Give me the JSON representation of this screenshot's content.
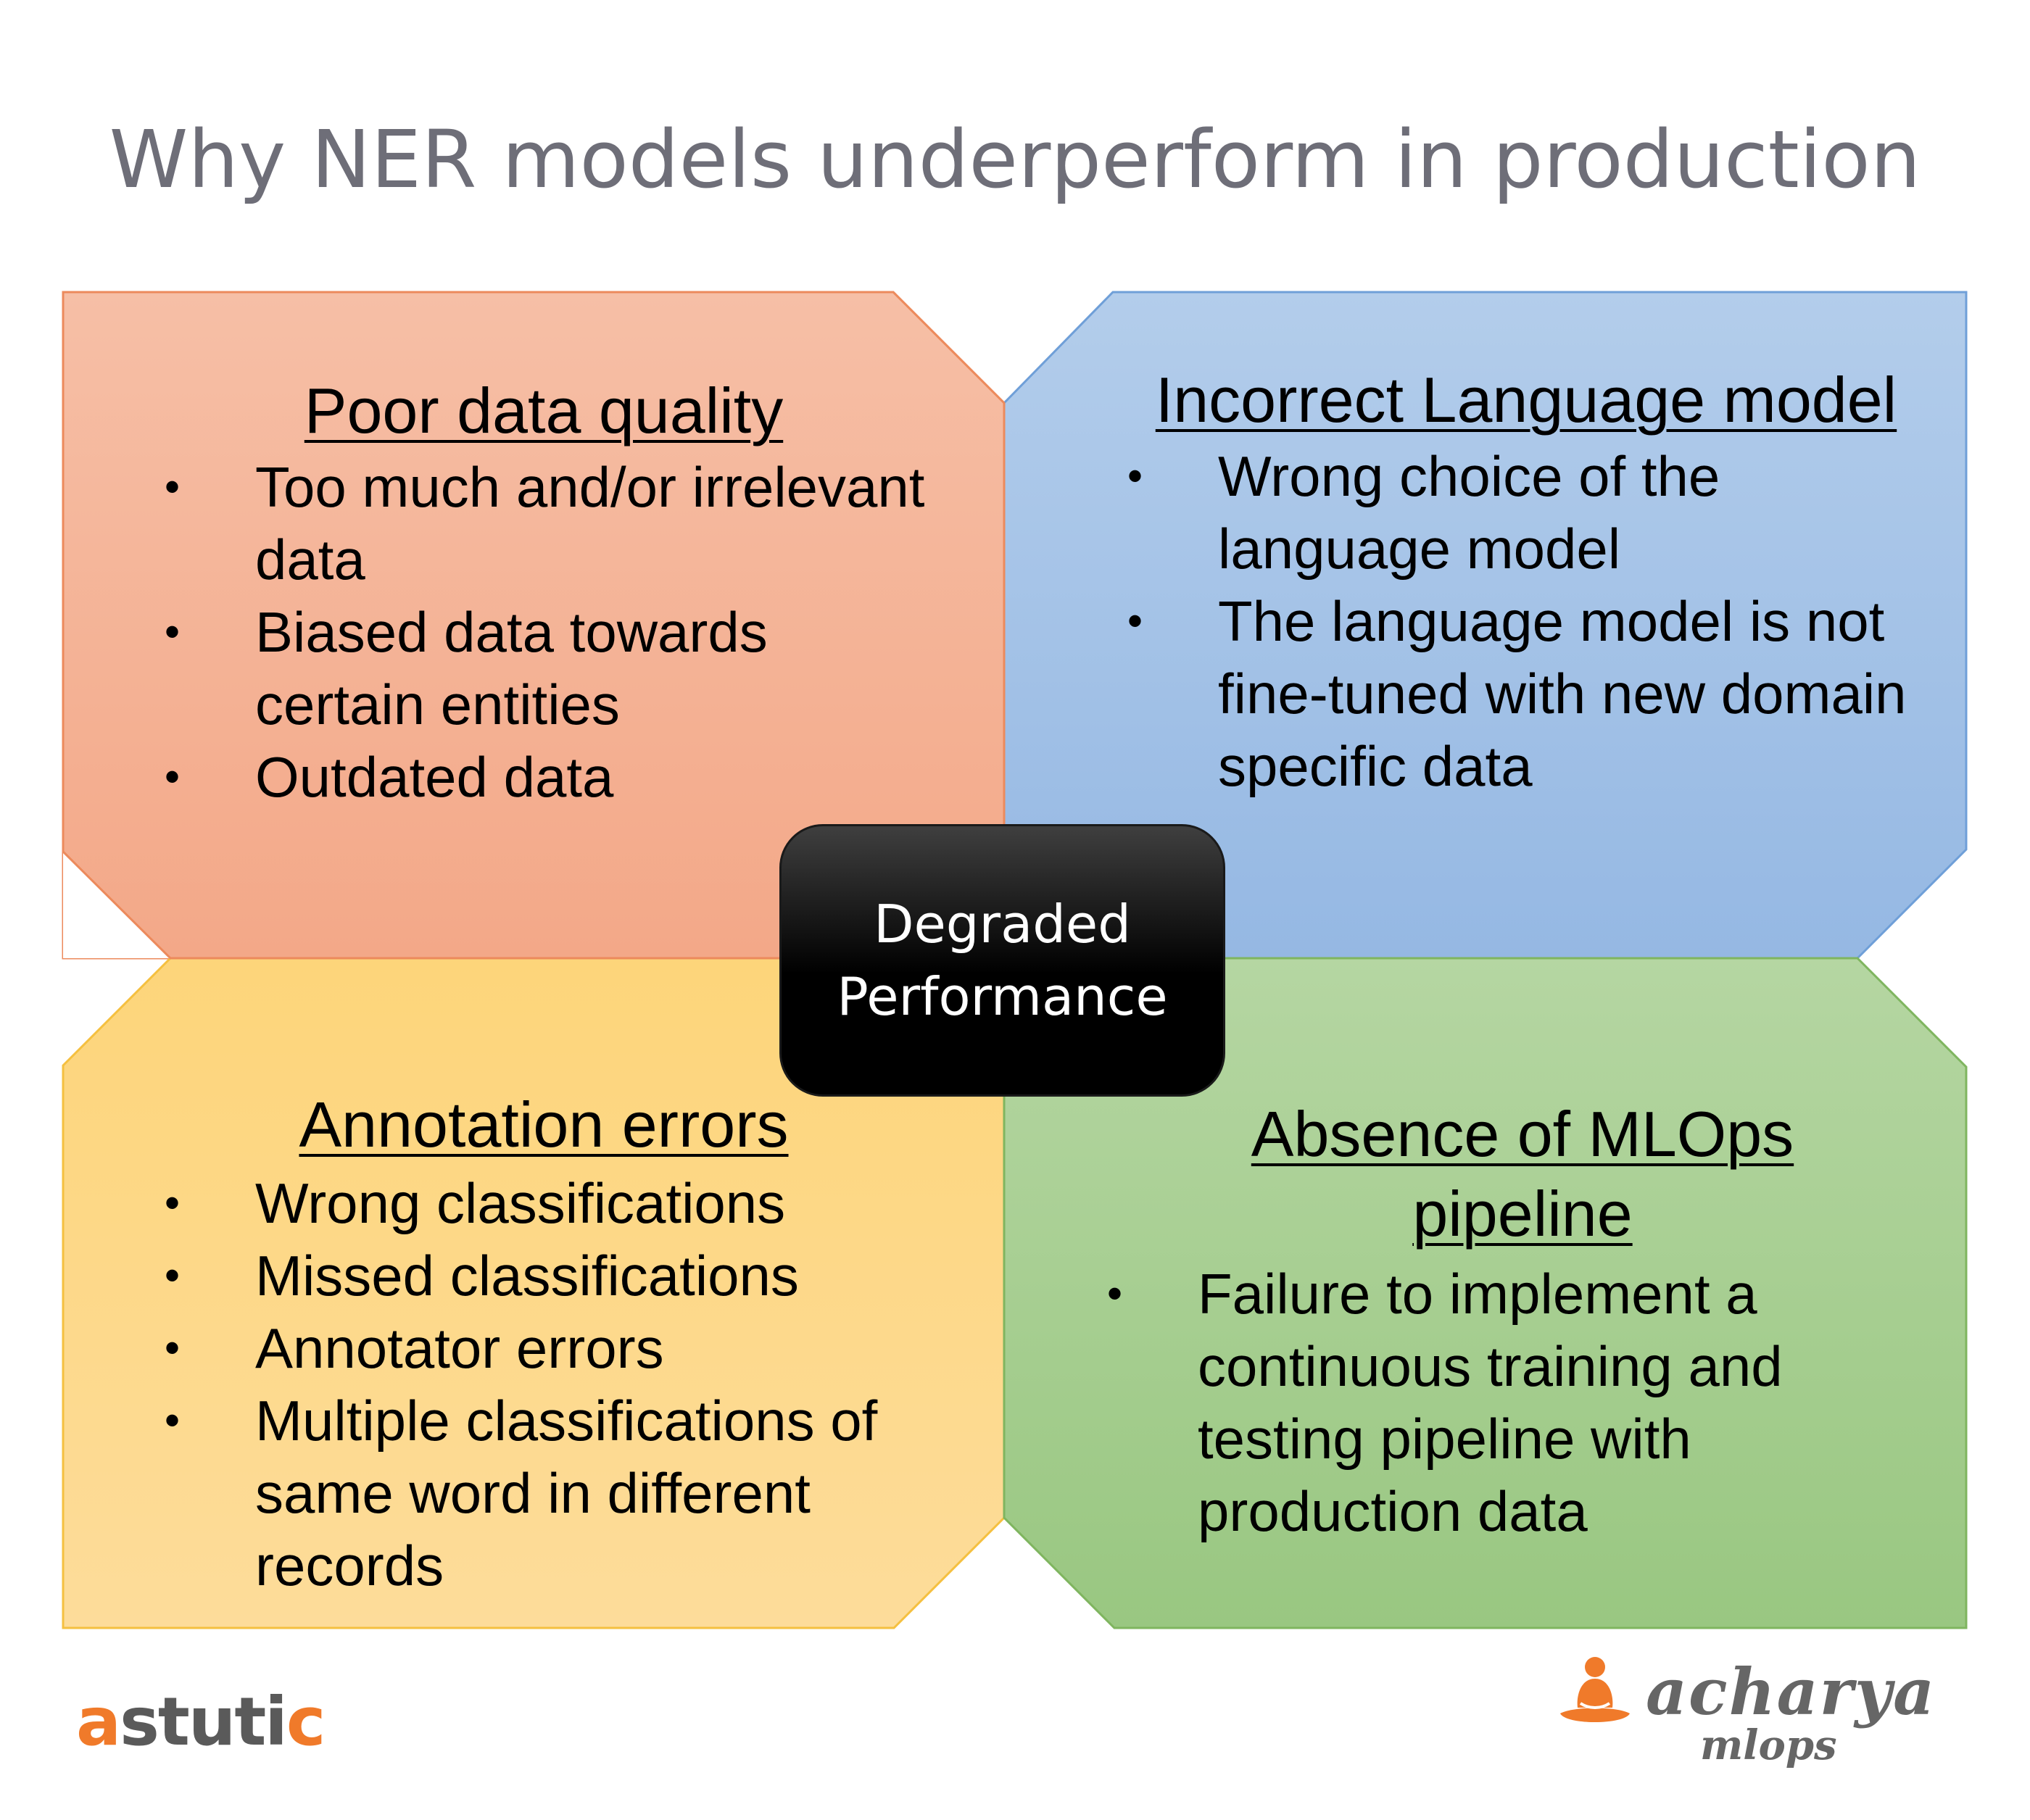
{
  "title": "Why NER models underperform in production",
  "center": {
    "label": "Degraded Performance"
  },
  "quadrants": [
    {
      "heading": "Poor data quality",
      "color": "#f4a988",
      "items": [
        "Too much and/or irrelevant data",
        "Biased data towards certain entities",
        "Outdated data"
      ]
    },
    {
      "heading": "Incorrect Language model",
      "color": "#9dbde6",
      "items": [
        "Wrong choice of the language model",
        "The language model is not fine-tuned with new domain specific data"
      ]
    },
    {
      "heading": "Annotation errors",
      "color": "#fdd882",
      "items": [
        "Wrong classifications",
        "Missed classifications",
        "Annotator errors",
        "Multiple classifications of same word in different records"
      ]
    },
    {
      "heading": "Absence of MLOps pipeline",
      "color": "#a5cf8e",
      "items": [
        "Failure to implement a continuous training and testing pipeline with production data"
      ]
    }
  ],
  "logos": {
    "left": "astutic",
    "right_main": "acharya",
    "right_sub": "mlops"
  },
  "colors": {
    "title": "#6e6e78",
    "center_box": "#000000",
    "brand_orange": "#f07a2a"
  }
}
